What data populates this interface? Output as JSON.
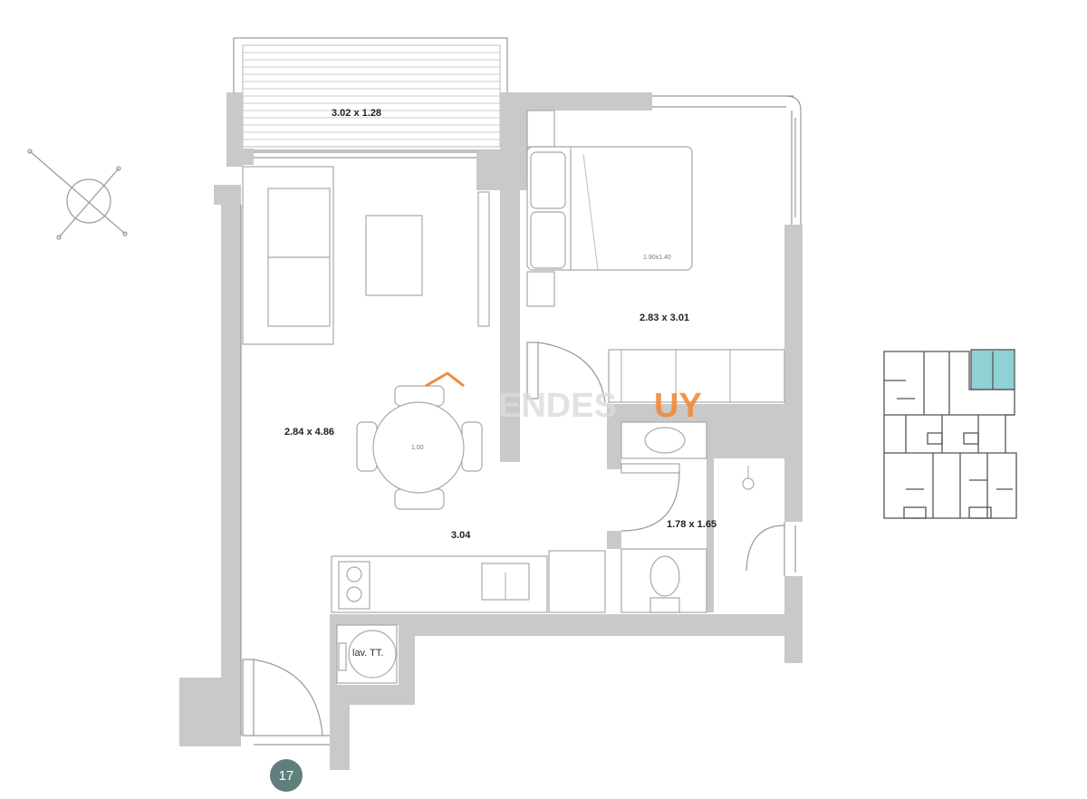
{
  "rooms": {
    "balcony": "3.02 x 1.28",
    "living": "2.84 x 4.86",
    "bedroom": "2.83 x 3.01",
    "dining": "3.04",
    "bathroom": "1.78 x 1.65"
  },
  "bed_size": "1.90x1.40",
  "table_size": "1.00",
  "laundry_label": "lav. TT.",
  "unit_number": "17",
  "watermark": {
    "left": "ENDES",
    "right": "UY"
  },
  "colors": {
    "wall": "#c9c9c9",
    "badge": "#5f7f7d",
    "highlight": "#8fd1d4",
    "watermark_orange": "#f28a3a"
  }
}
